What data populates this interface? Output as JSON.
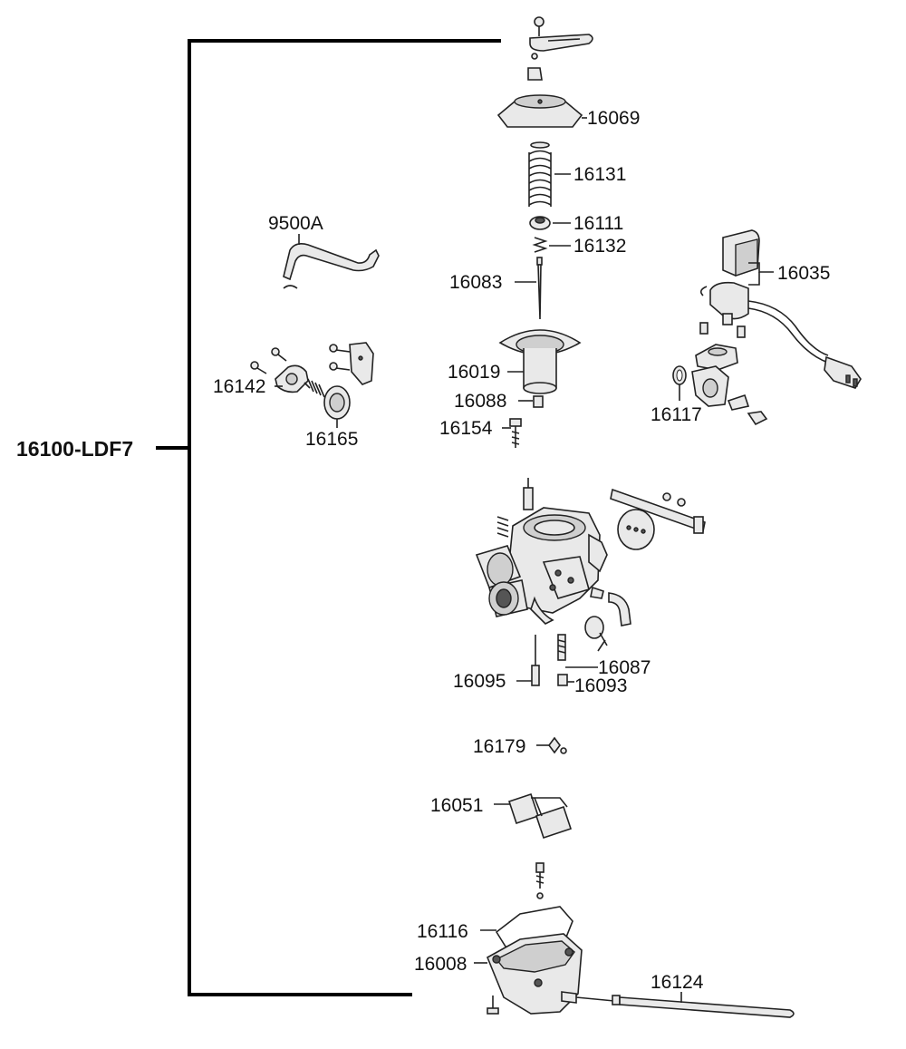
{
  "assembly": {
    "label": "16100-LDF7"
  },
  "parts": {
    "p16069": "16069",
    "p16131": "16131",
    "p16111": "16111",
    "p16132": "16132",
    "p16083": "16083",
    "p16019": "16019",
    "p16088": "16088",
    "p16154": "16154",
    "p9500A": "9500A",
    "p16142": "16142",
    "p16165": "16165",
    "p16035": "16035",
    "p16117": "16117",
    "p16087": "16087",
    "p16095": "16095",
    "p16093": "16093",
    "p16179": "16179",
    "p16051": "16051",
    "p16116": "16116",
    "p16008": "16008",
    "p16124": "16124"
  }
}
